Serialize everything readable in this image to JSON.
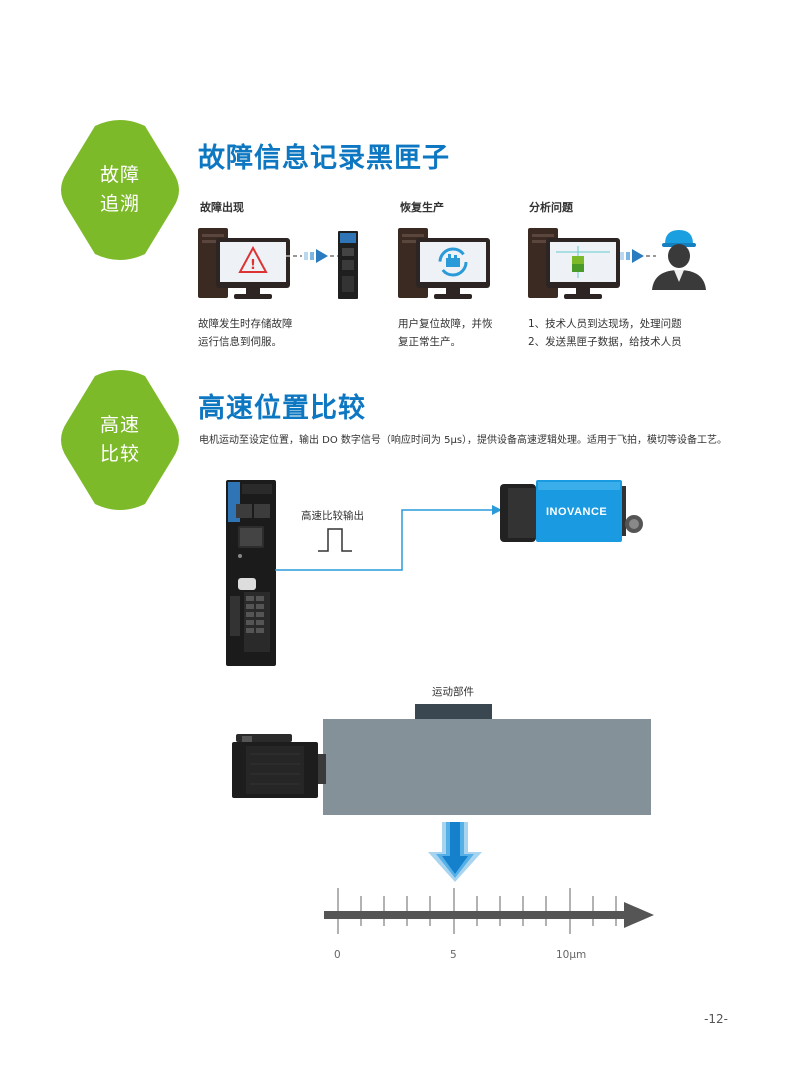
{
  "section1": {
    "badge": [
      "故障",
      "追溯"
    ],
    "title": "故障信息记录黑匣子",
    "steps": [
      {
        "label": "故障出现",
        "desc": [
          "故障发生时存储故障",
          "运行信息到伺服。"
        ]
      },
      {
        "label": "恢复生产",
        "desc": [
          "用户复位故障，并恢",
          "复正常生产。"
        ]
      },
      {
        "label": "分析问题",
        "desc": [
          "1、技术人员到达现场，处理问题",
          "2、发送黑匣子数据，给技术人员"
        ]
      }
    ]
  },
  "section2": {
    "badge": [
      "高速",
      "比较"
    ],
    "title": "高速位置比较",
    "description": "电机运动至设定位置，输出 DO 数字信号（响应时间为 5μs），提供设备高速逻辑处理。适用于飞拍，模切等设备工艺。",
    "output_label": "高速比较输出",
    "camera_brand": "INOVANCE",
    "moving_part_label": "运动部件",
    "scale_labels": [
      "0",
      "5",
      "10μm"
    ]
  },
  "page_number": "-12-",
  "colors": {
    "accent_green": "#7dba29",
    "title_blue": "#0e77c2",
    "line_blue": "#2a9ad8"
  }
}
